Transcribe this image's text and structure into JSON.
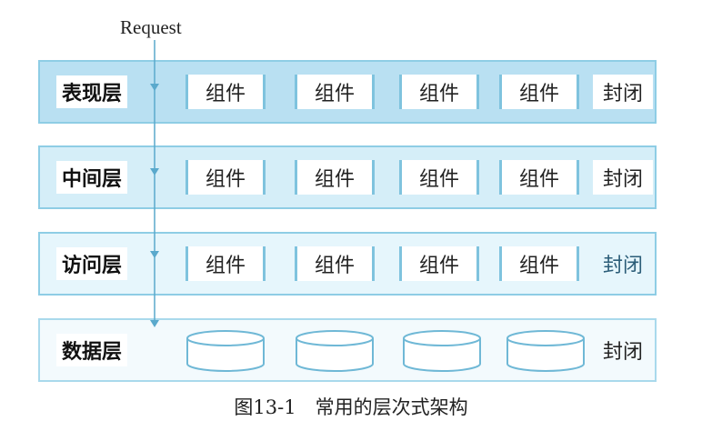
{
  "request_label": "Request",
  "layers": [
    {
      "name": "表现层",
      "components": [
        "组件",
        "组件",
        "组件",
        "组件"
      ],
      "closed": "封闭"
    },
    {
      "name": "中间层",
      "components": [
        "组件",
        "组件",
        "组件",
        "组件"
      ],
      "closed": "封闭"
    },
    {
      "name": "访问层",
      "components": [
        "组件",
        "组件",
        "组件",
        "组件"
      ],
      "closed": "封闭"
    },
    {
      "name": "数据层",
      "closed": "封闭"
    }
  ],
  "caption": "图13-1　常用的层次式架构",
  "colors": {
    "layer_border": "#8ecde5",
    "component_bracket": "#7fc3de",
    "arrow": "#5aa9cc"
  },
  "icons": {
    "database": "cylinder-icon",
    "flow": "arrow-down-icon"
  }
}
